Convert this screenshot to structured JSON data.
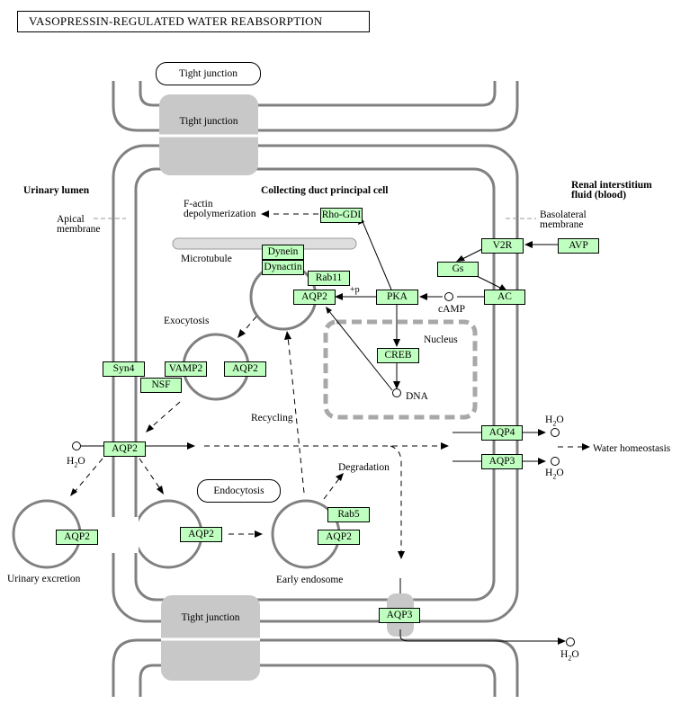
{
  "title": "VASOPRESSIN-REGULATED WATER REABSORPTION",
  "regions": {
    "urinary_lumen": "Urinary lumen",
    "principal_cell": "Collecting duct principal cell",
    "interstitium": "Renal interstitium fluid (blood)",
    "nucleus": "Nucleus"
  },
  "membranes": {
    "apical": "Apical membrane",
    "basolateral": "Basolateral membrane"
  },
  "tight_junctions": [
    "Tight junction",
    "Tight junction",
    "Tight junction"
  ],
  "genes": {
    "rho_gdi": "Rho-GDI",
    "dynein": "Dynein",
    "dynactin": "Dynactin",
    "rab11": "Rab11",
    "aqp2_vesicle": "AQP2",
    "pka": "PKA",
    "creb": "CREB",
    "v2r": "V2R",
    "avp": "AVP",
    "gs": "Gs",
    "ac": "AC",
    "syn4": "Syn4",
    "vamp2": "VAMP2",
    "aqp2_exo": "AQP2",
    "nsf": "NSF",
    "aqp2_membrane": "AQP2",
    "aqp4": "AQP4",
    "aqp3": "AQP3",
    "aqp2_excretion": "AQP2",
    "aqp2_endo": "AQP2",
    "rab5": "Rab5",
    "aqp2_early": "AQP2",
    "aqp3_bottom": "AQP3"
  },
  "labels": {
    "factin": "F-actin depolymerization",
    "microtubule": "Microtubule",
    "exocytosis": "Exocytosis",
    "recycling": "Recycling",
    "degradation": "Degradation",
    "endocytosis": "Endocytosis",
    "urinary_excretion": "Urinary excretion",
    "early_endosome": "Early endosome",
    "camp": "cAMP",
    "dna": "DNA",
    "plus_p": "+p",
    "water_homeostasis": "Water homeostasis",
    "water": "H2O"
  }
}
